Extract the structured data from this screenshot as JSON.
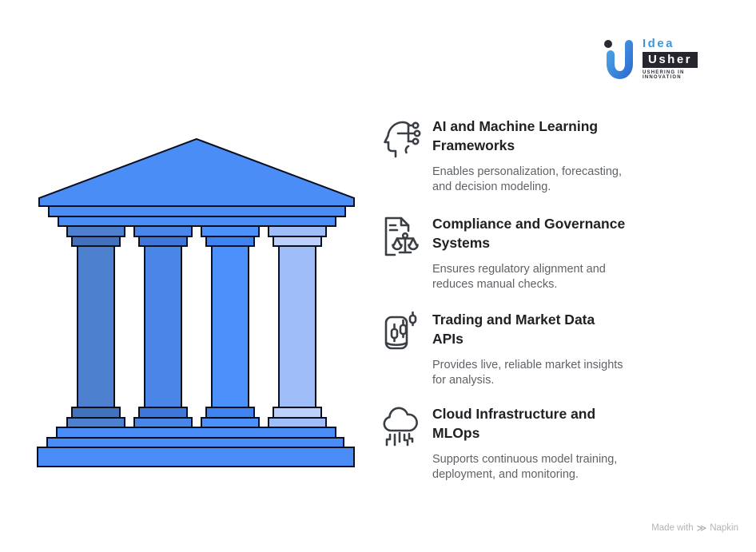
{
  "logo": {
    "brand_first": "Idea",
    "brand_second": "Usher",
    "tagline": "USHERING IN INNOVATION"
  },
  "temple": {
    "structure_color": "#4a8df7",
    "outline_color": "#0a0f1d",
    "pillars": [
      {
        "label": "pillar-1",
        "color": "#4e80d0",
        "step_color": "#4372bc"
      },
      {
        "label": "pillar-2",
        "color": "#4a86e8",
        "step_color": "#3f77d8"
      },
      {
        "label": "pillar-3",
        "color": "#4b90fb",
        "step_color": "#3e83f0"
      },
      {
        "label": "pillar-4",
        "color": "#9fbdf8",
        "step_color": "#bcd0fb"
      }
    ]
  },
  "sections": [
    {
      "icon": "ai-brain-circuit-icon",
      "title_line1": "AI and Machine Learning",
      "title_line2": "Frameworks",
      "desc_line1": "Enables personalization, forecasting,",
      "desc_line2": "and decision modeling."
    },
    {
      "icon": "document-scales-icon",
      "title_line1": "Compliance and Governance",
      "title_line2": "Systems",
      "desc_line1": "Ensures regulatory alignment and",
      "desc_line2": "reduces manual checks."
    },
    {
      "icon": "phone-candlestick-icon",
      "title_line1": "Trading and Market Data",
      "title_line2": "APIs",
      "desc_line1": "Provides live, reliable market insights",
      "desc_line2": "for analysis."
    },
    {
      "icon": "cloud-circuit-icon",
      "title_line1": "Cloud Infrastructure and",
      "title_line2": "MLOps",
      "desc_line1": "Supports continuous model training,",
      "desc_line2": "deployment, and monitoring."
    }
  ],
  "footer": {
    "made_with_label": "Made with",
    "brand": "Napkin"
  },
  "colors": {
    "heading_text": "#202124",
    "body_text": "#5f6368",
    "icon_stroke": "#3a3f45"
  }
}
